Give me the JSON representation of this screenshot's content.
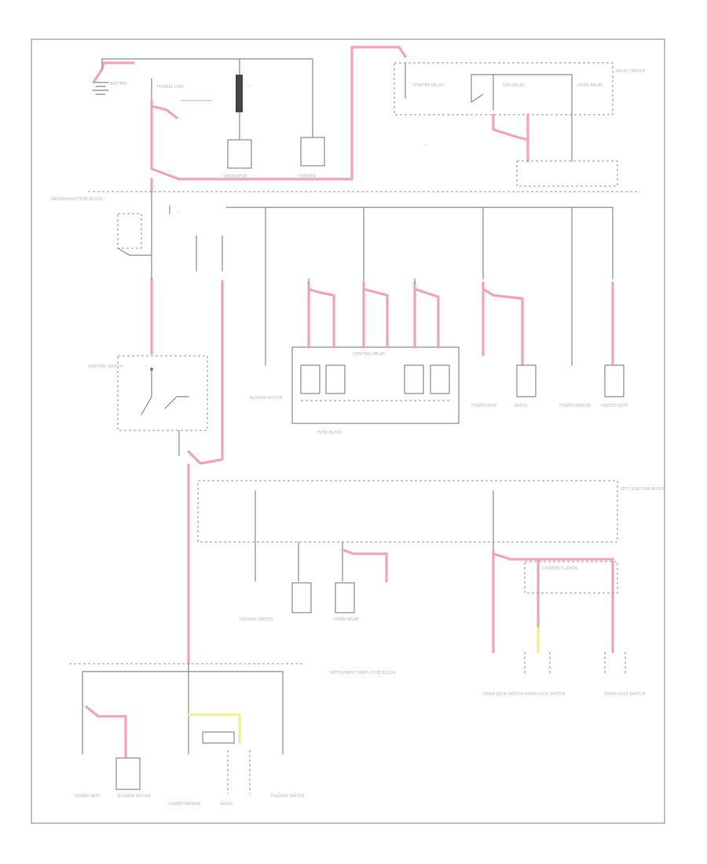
{
  "diagram": {
    "kind": "wiring-diagram",
    "wire_colors": {
      "hot_feed": "#f3a3b4",
      "switched_feed": "#eef08a",
      "signal": "#8a8a8a"
    },
    "labels": {
      "underhood_fuse_block": "UNDERHOOD FUSE BLOCK",
      "left_junction_block": "LEFT JUNCTION BLOCK",
      "instrument_panel_fuse_block": "INSTRUMENT PANEL FUSE BLOCK",
      "battery": "BATTERY",
      "generator": "GENERATOR",
      "starter": "STARTER",
      "fusible_link": "FUSIBLE LINK",
      "ignition_switch": "IGNITION SWITCH",
      "fuse_block": "FUSE BLOCK",
      "central_relay": "CENTRAL RELAY",
      "relay_center": "RELAY CENTER",
      "fan_relay": "FAN RELAY",
      "horn_relay": "HORN RELAY",
      "starter_relay": "STARTER RELAY",
      "power_seat": "POWER SEAT",
      "power_mirror": "POWER MIRROR",
      "blower_motor": "BLOWER MOTOR",
      "courtesy_lamps": "COURTESY LAMPS",
      "radio": "RADIO",
      "door_lock_switch": "DOOR LOCK SWITCH",
      "hazard_switch": "HAZARD SWITCH",
      "heated_seat": "HEATED SEAT"
    }
  }
}
